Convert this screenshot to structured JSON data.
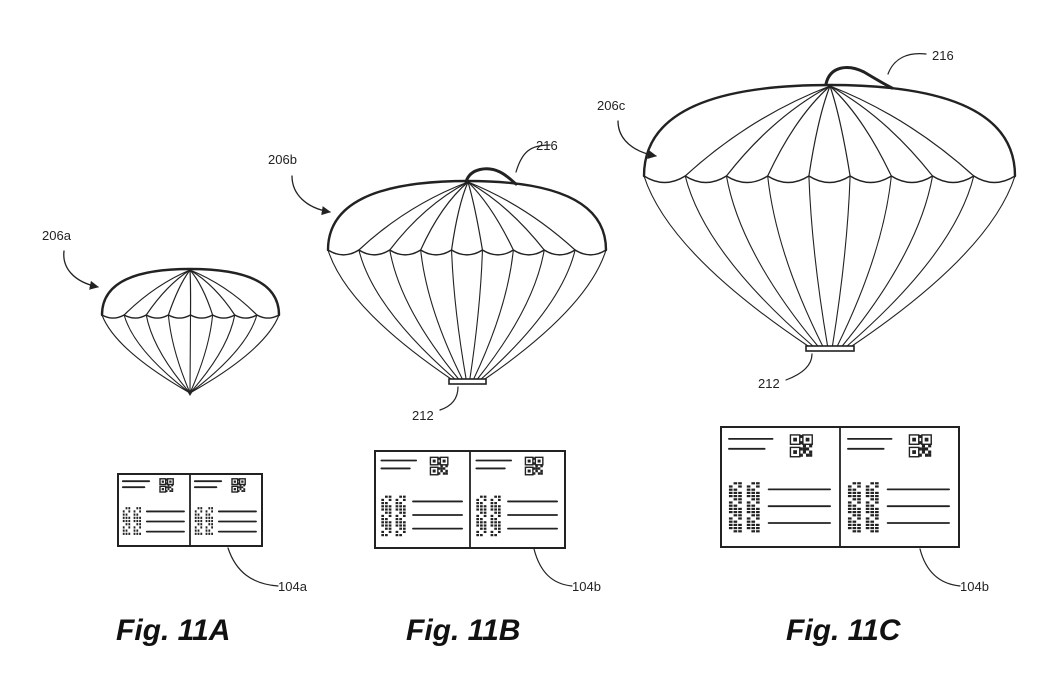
{
  "figures": [
    {
      "label": "Fig. 11A",
      "parachute_ref": "206a",
      "card_ref": "104a"
    },
    {
      "label": "Fig. 11B",
      "parachute_ref": "206b",
      "tether_ref": "216",
      "payload_ref": "212",
      "card_ref": "104b"
    },
    {
      "label": "Fig. 11C",
      "parachute_ref": "206c",
      "tether_ref": "216",
      "payload_ref": "212",
      "card_ref": "104b"
    }
  ]
}
